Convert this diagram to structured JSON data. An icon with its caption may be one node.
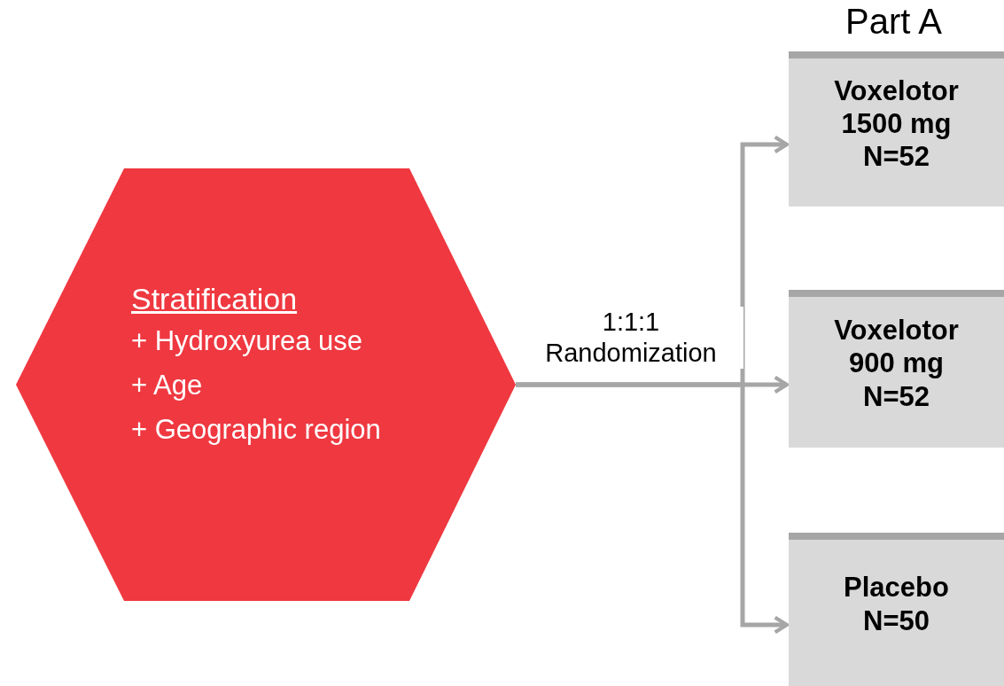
{
  "diagram": {
    "nodes": [
      {
        "text": [
          "Stratification",
          "+ Hydroxyurea use",
          "+ Age",
          "+ Geographic region"
        ]
      },
      {
        "text": [
          "Voxelotor 1500 mg N=52"
        ]
      },
      {
        "text": [
          "Voxelotor 900 mg N=52"
        ]
      },
      {
        "text": [
          "Placebo N=50"
        ]
      }
    ],
    "edges": [
      {
        "from": 0,
        "to": 1,
        "arrow": "to"
      },
      {
        "from": 0,
        "to": 2,
        "arrow": "to",
        "label": "1:1:1 Randomization"
      },
      {
        "from": 0,
        "to": 3,
        "arrow": "to"
      }
    ],
    "labels": [
      "Part A"
    ]
  }
}
